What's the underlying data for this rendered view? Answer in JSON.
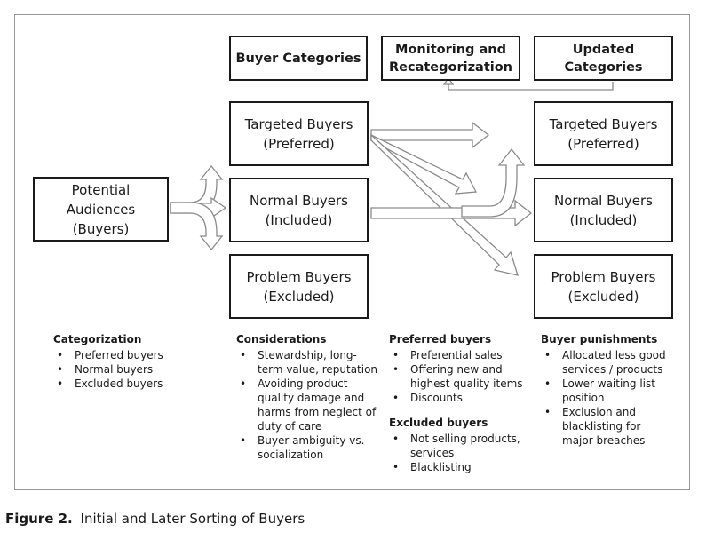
{
  "headers": {
    "buyer_categories": "Buyer Categories",
    "monitoring": [
      "Monitoring and",
      "Recategorization"
    ],
    "updated": [
      "Updated",
      "Categories"
    ]
  },
  "source": [
    "Potential",
    "Audiences",
    "(Buyers)"
  ],
  "left_boxes": {
    "targeted": [
      "Targeted Buyers",
      "(Preferred)"
    ],
    "normal": [
      "Normal Buyers",
      "(Included)"
    ],
    "problem": [
      "Problem Buyers",
      "(Excluded)"
    ]
  },
  "right_boxes": {
    "targeted": [
      "Targeted Buyers",
      "(Preferred)"
    ],
    "normal": [
      "Normal Buyers",
      "(Included)"
    ],
    "problem": [
      "Problem Buyers",
      "(Excluded)"
    ]
  },
  "categorization": {
    "heading": "Categorization",
    "items": [
      "Preferred buyers",
      "Normal buyers",
      "Excluded buyers"
    ]
  },
  "considerations": {
    "heading": "Considerations",
    "items": [
      [
        "Stewardship, long-",
        "term value, reputation"
      ],
      [
        "Avoiding product",
        "quality damage and",
        "harms from neglect of",
        "duty of care"
      ],
      [
        "Buyer ambiguity vs.",
        "socialization"
      ]
    ]
  },
  "preferred_buyers": {
    "heading": "Preferred buyers",
    "items": [
      [
        "Preferential sales"
      ],
      [
        "Offering new and",
        "highest quality items"
      ],
      [
        "Discounts"
      ]
    ]
  },
  "excluded_buyers": {
    "heading": "Excluded buyers",
    "items": [
      [
        "Not selling products,",
        "services"
      ],
      [
        "Blacklisting"
      ]
    ]
  },
  "buyer_punishments": {
    "heading": "Buyer punishments",
    "items": [
      [
        "Allocated less good",
        "services / products"
      ],
      [
        "Lower waiting list",
        "position"
      ],
      [
        "Exclusion and",
        "blacklisting for",
        "major breaches"
      ]
    ]
  },
  "caption": {
    "label": "Figure 2.",
    "text": "Initial and Later Sorting of Buyers"
  }
}
